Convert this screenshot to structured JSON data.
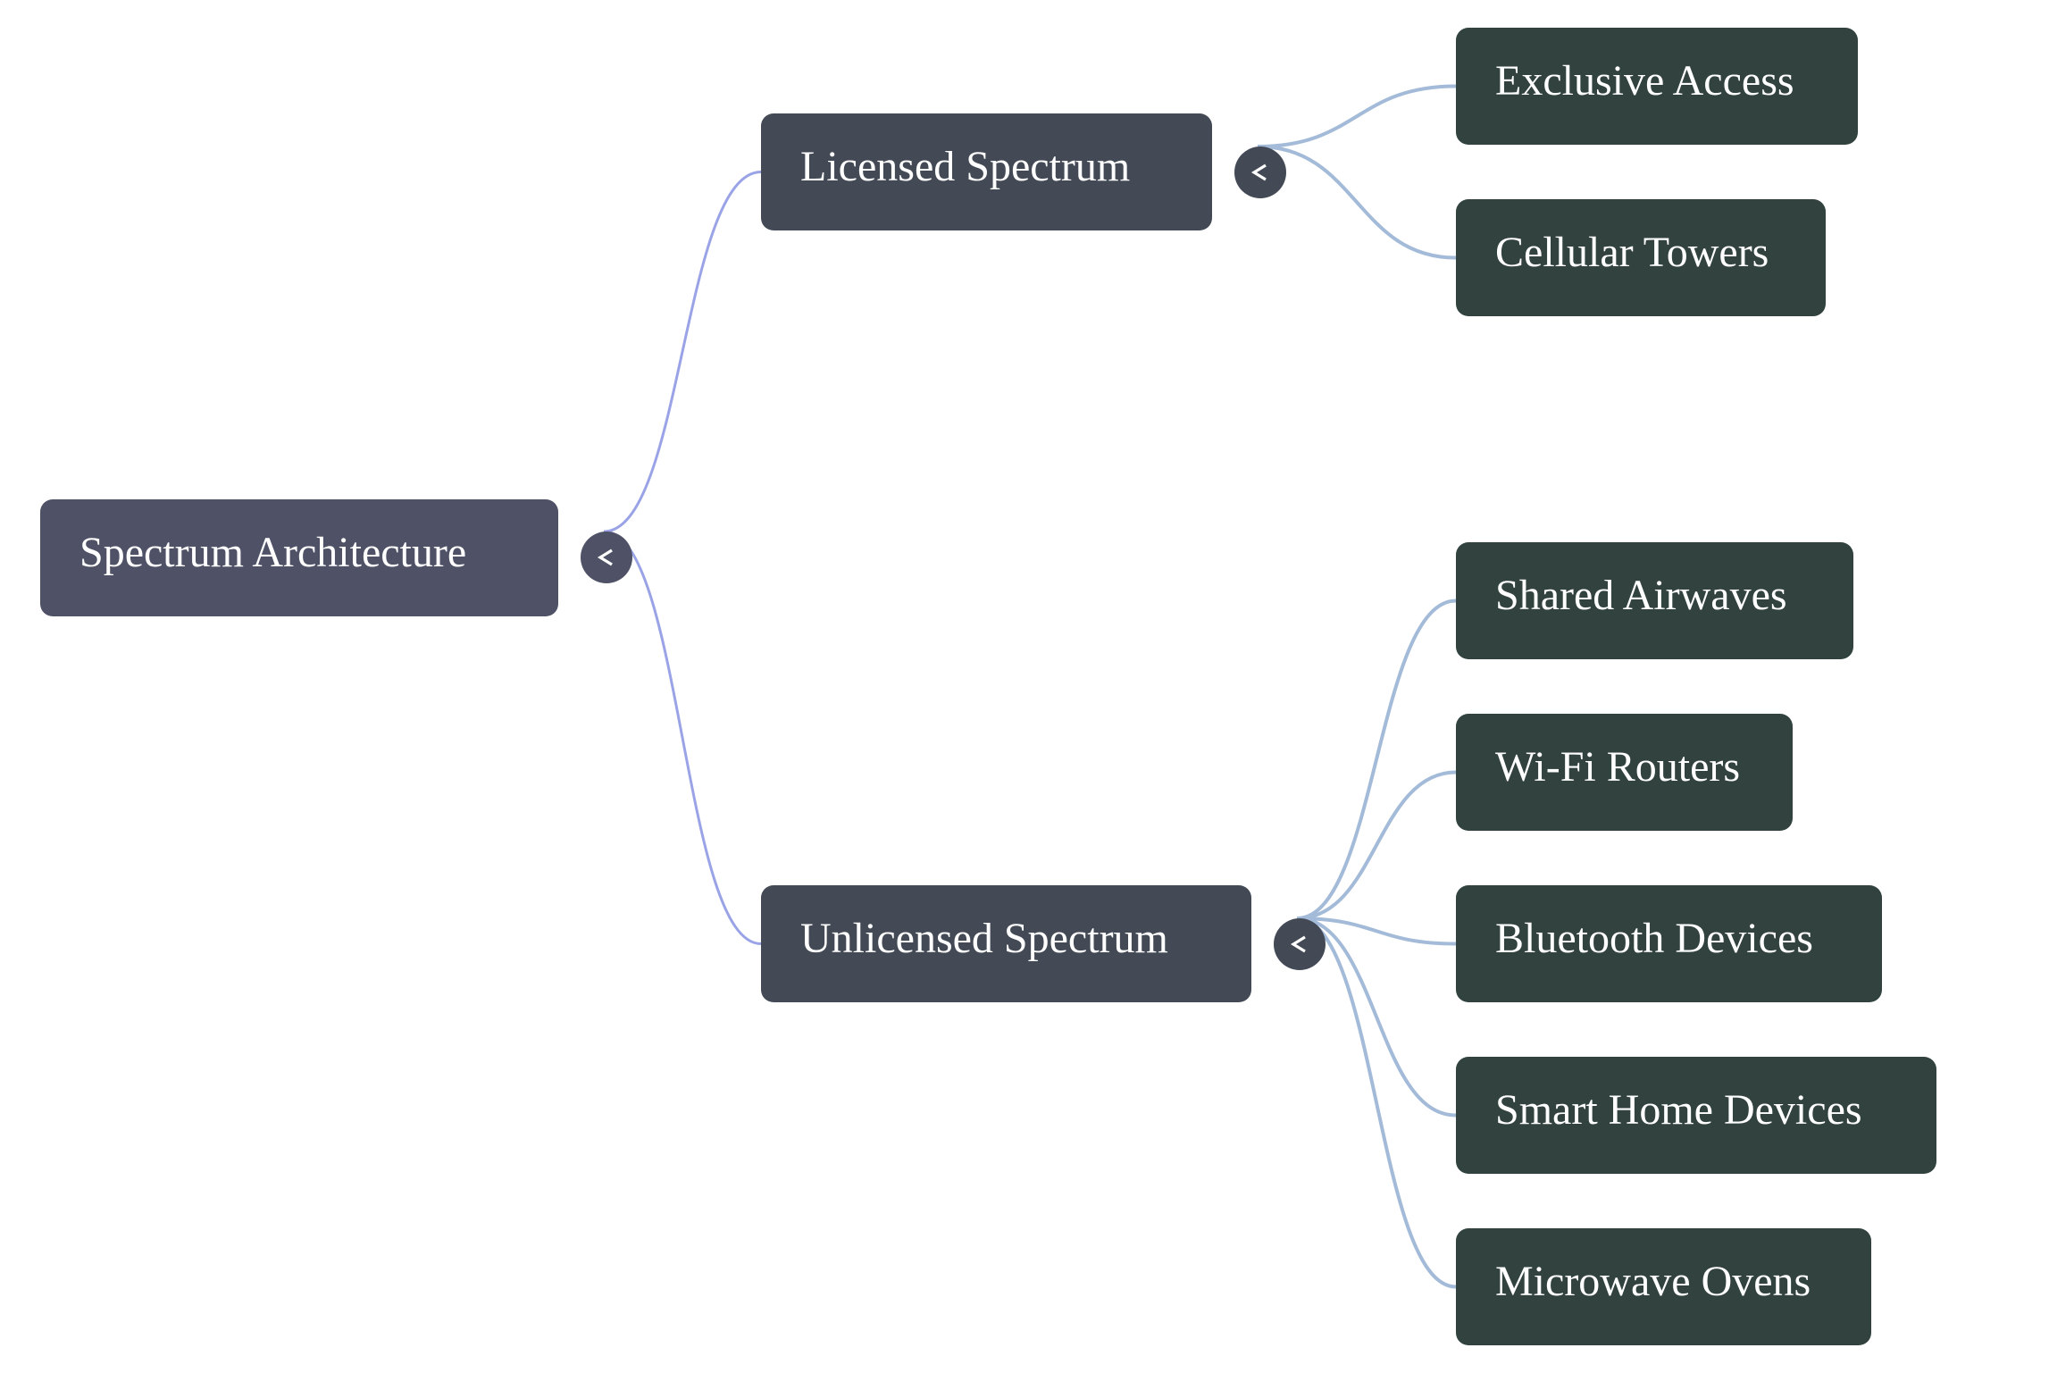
{
  "diagram": {
    "type": "mindmap",
    "colors": {
      "root_node": "#4f5266",
      "branch_node": "#434a55",
      "leaf_node": "#32423f",
      "root_edge": "#9aa3e6",
      "branch_edge": "#a3bbd8",
      "text": "#ffffff"
    },
    "root": {
      "label": "Spectrum Architecture",
      "toggle_icon": "collapse-chevron-left-icon",
      "children": [
        {
          "label": "Licensed Spectrum",
          "toggle_icon": "collapse-chevron-left-icon",
          "children": [
            {
              "label": "Exclusive Access"
            },
            {
              "label": "Cellular Towers"
            }
          ]
        },
        {
          "label": "Unlicensed Spectrum",
          "toggle_icon": "collapse-chevron-left-icon",
          "children": [
            {
              "label": "Shared Airwaves"
            },
            {
              "label": "Wi-Fi Routers"
            },
            {
              "label": "Bluetooth Devices"
            },
            {
              "label": "Smart Home Devices"
            },
            {
              "label": "Microwave Ovens"
            }
          ]
        }
      ]
    }
  }
}
